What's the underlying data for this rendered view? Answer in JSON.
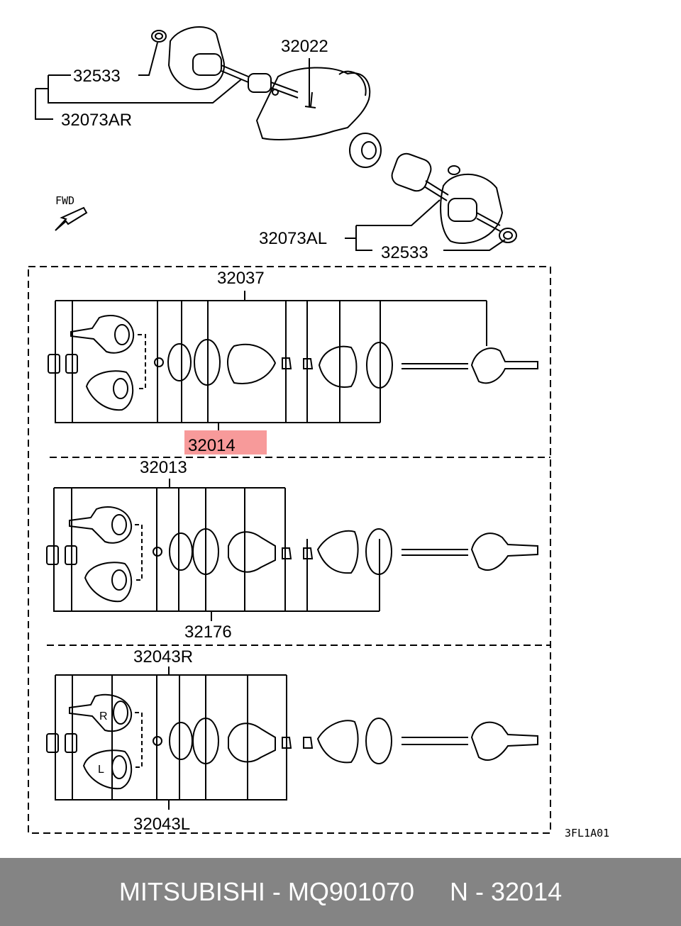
{
  "diagram": {
    "labels": {
      "top_driveshaft": "32022",
      "left_seal_upper": "32533",
      "rh_shaft": "32073AR",
      "fwd": "FWD",
      "lh_shaft": "32073AL",
      "left_seal_lower": "32533",
      "kit_1": "32037",
      "highlight": "32014",
      "kit_2": "32013",
      "kit_3": "32176",
      "kit_4_r": "32043R",
      "kit_4_l": "32043L",
      "diagram_code": "3FL1A01",
      "mark_r": "R",
      "mark_l": "L"
    },
    "highlight_color": "#f79a9a"
  },
  "footer": {
    "text": "MITSUBISHI - MQ901070     N - 32014"
  },
  "colors": {
    "footer_bg": "#848484",
    "footer_text": "#ffffff"
  }
}
